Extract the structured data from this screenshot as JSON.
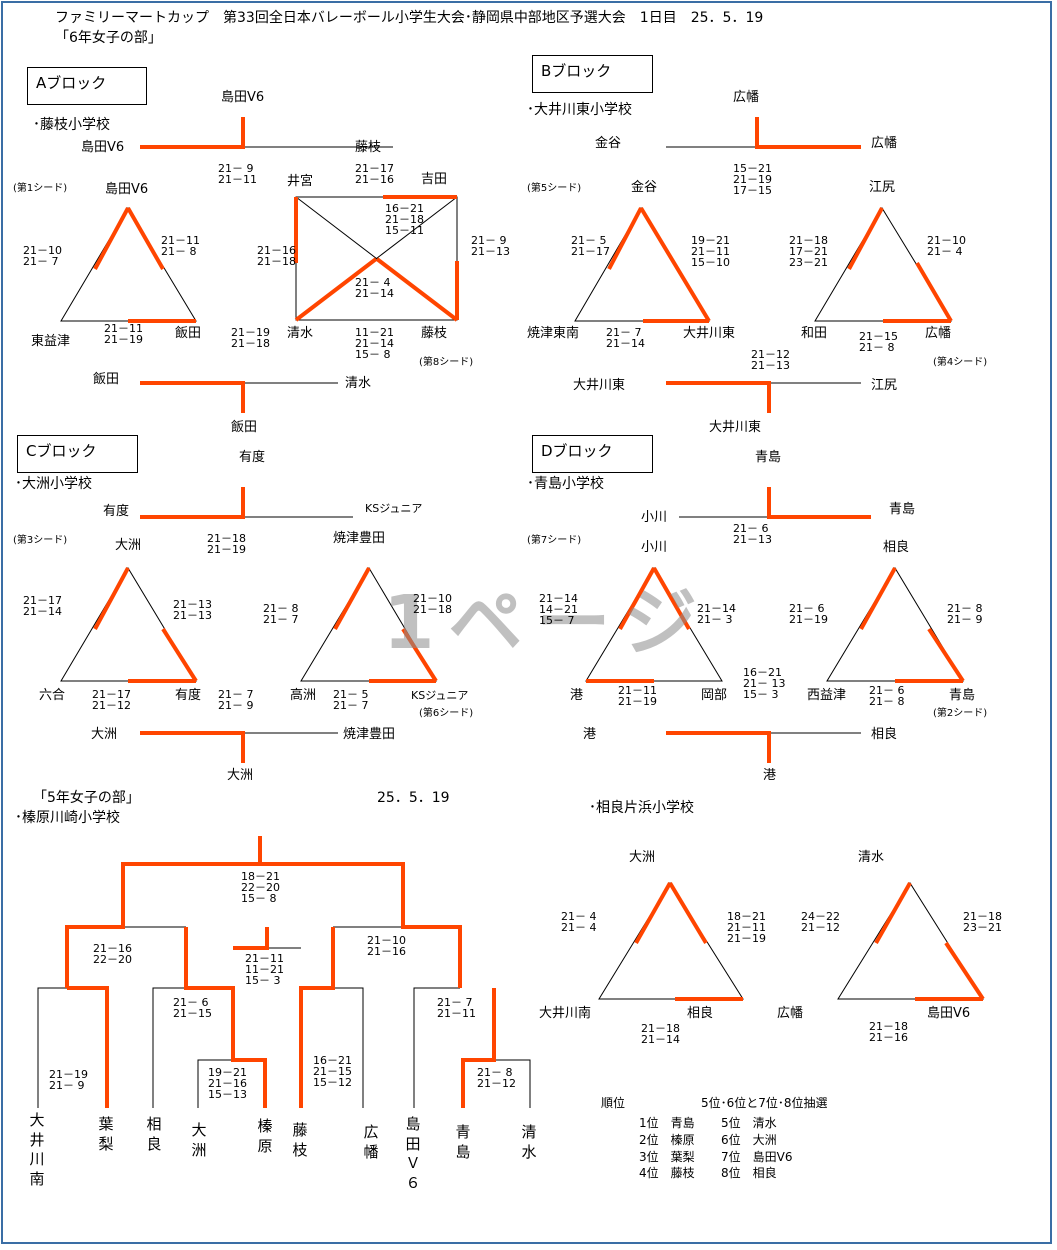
{
  "header": {
    "title": "ファミリーマートカップ　第33回全日本バレーボール小学生大会･静岡県中部地区予選大会　1日目　25．5．19",
    "section6": "「6年女子の部」"
  },
  "watermark": "1ページ",
  "a": {
    "label": "Aブロック",
    "venue": "･藤枝小学校",
    "top_winner": "島田V6",
    "top_left": "島田V6",
    "top_right": "藤枝",
    "top_score": "21－ 9\n21－11",
    "seed1": "(第1シード)",
    "t1_top": "島田V6",
    "t1_left_score": "21－10\n21－ 7",
    "t1_right_score": "21－11\n21－ 8",
    "t1_left": "東益津",
    "t1_right": "飯田",
    "t1_bottom_score": "21－11\n21－19",
    "sq_tl": "井宮",
    "sq_tr": "吉田",
    "sq_top_score": "21－17\n21－16",
    "sq_diag_score": "16－21\n21－18\n15－11",
    "sq_left_score": "21－16\n21－18",
    "sq_right_score": "21－ 9\n21－13",
    "sq_diag2_score": "21－ 4\n21－14",
    "sq_bl_score": "21－19\n21－18",
    "sq_bl": "清水",
    "sq_br": "藤枝",
    "sq_bottom_score": "11－21\n21－14\n15－ 8",
    "seed8": "(第8シード)",
    "bot_left": "飯田",
    "bot_right": "清水",
    "bot_winner": "飯田"
  },
  "b": {
    "label": "Bブロック",
    "venue": "･大井川東小学校",
    "top_winner": "広幡",
    "top_left": "金谷",
    "top_right": "広幡",
    "top_score": "15－21\n21－19\n17－15",
    "seed5": "(第5シード)",
    "t1_top": "金谷",
    "t1_left_score": "21－ 5\n21－17",
    "t1_right_score": "19－21\n21－11\n15－10",
    "t1_left": "焼津東南",
    "t1_right": "大井川東",
    "t1_bottom_score": "21－ 7\n21－14",
    "t2_top": "江尻",
    "t2_left_score": "21－18\n17－21\n23－21",
    "t2_right_score": "21－10\n21－ 4",
    "t2_left": "和田",
    "t2_right": "広幡",
    "t2_bottom_score": "21－15\n21－ 8",
    "seed4": "(第4シード)",
    "bot_score": "21－12\n21－13",
    "bot_left": "大井川東",
    "bot_right": "江尻",
    "bot_winner": "大井川東"
  },
  "c": {
    "label": "Cブロック",
    "venue": "･大洲小学校",
    "top_winner": "有度",
    "top_left": "有度",
    "top_right": "KSジュニア",
    "top_score": "21－18\n21－19",
    "seed3": "(第3シード)",
    "t1_top": "大洲",
    "t1_left_score": "21－17\n21－14",
    "t1_right_score": "21－13\n21－13",
    "t1_left": "六合",
    "t1_right": "有度",
    "t1_bottom_score": "21－17\n21－12",
    "t2_top": "焼津豊田",
    "t2_left_score": "21－ 8\n21－ 7",
    "t2_right_score": "21－10\n21－18",
    "t2_left": "高洲",
    "t2_right": "KSジュニア",
    "t2_bottom_score": "21－ 5\n21－ 7",
    "mid_score": "21－ 7\n21－ 9",
    "seed6": "(第6シード)",
    "bot_left": "大洲",
    "bot_right": "焼津豊田",
    "bot_winner": "大洲"
  },
  "d": {
    "label": "Dブロック",
    "venue": "･青島小学校",
    "top_winner": "青島",
    "top_left": "小川",
    "top_right": "青島",
    "top_score": "21－ 6\n21－13",
    "seed7": "(第7シード)",
    "t1_top": "小川",
    "t1_left_score": "21－14\n14－21\n15－ 7",
    "t1_right_score": "21－14\n21－ 3",
    "t1_left": "港",
    "t1_right": "岡部",
    "t1_bottom_score": "21－11\n21－19",
    "t1_mid_score": "16－21\n21－ 13\n15－ 3",
    "t2_top": "相良",
    "t2_left_score": "21－ 6\n21－19",
    "t2_right_score": "21－ 8\n21－ 9",
    "t2_left": "西益津",
    "t2_right": "青島",
    "t2_bottom_score": "21－ 6\n21－ 8",
    "seed2": "(第2シード)",
    "bot_left": "港",
    "bot_right": "相良",
    "bot_winner": "港"
  },
  "g5": {
    "title": "「5年女子の部」",
    "date": "25．5．19",
    "venue": "･榛原川崎小学校",
    "league_venue": "･相良片浜小学校",
    "final_score": "18－21\n22－20\n15－ 8",
    "sf1_score": "21－16\n22－20",
    "third_score": "21－11\n11－21\n15－ 3",
    "sf2_score": "21－10\n21－16",
    "qf1_score": "21－19\n21－ 9",
    "qf2_score": "21－ 6\n21－15",
    "qf3_score": "16－21\n21－15\n15－12",
    "qf4_score": "21－ 7\n21－11",
    "r1a_score": "19－21\n21－16\n15－13",
    "r1b_score": "21－ 8\n21－12",
    "teams": [
      "大井川南",
      "葉梨",
      "相良",
      "大洲",
      "榛原",
      "藤枝",
      "広幡",
      "島田Ｖ６",
      "青島",
      "清水"
    ],
    "l1_top": "大洲",
    "l1_left_score": "21－ 4\n21－ 4",
    "l1_right_score": "18－21\n21－11\n21－19",
    "l1_left": "大井川南",
    "l1_right": "相良",
    "l1_bottom_score": "21－18\n21－14",
    "l2_top": "清水",
    "l2_left_score": "24－22\n21－12",
    "l2_right_score": "21－18\n23－21",
    "l2_left": "広幡",
    "l2_right": "島田V6",
    "l2_bottom_score": "21－18\n21－16"
  },
  "ranking": {
    "header": "順位",
    "note": "5位･6位と7位･8位抽選",
    "left": "1位　青島\n2位　榛原\n3位　葉梨\n4位　藤枝",
    "right": "5位　清水\n6位　大洲\n7位　島田V6\n8位　相良"
  }
}
